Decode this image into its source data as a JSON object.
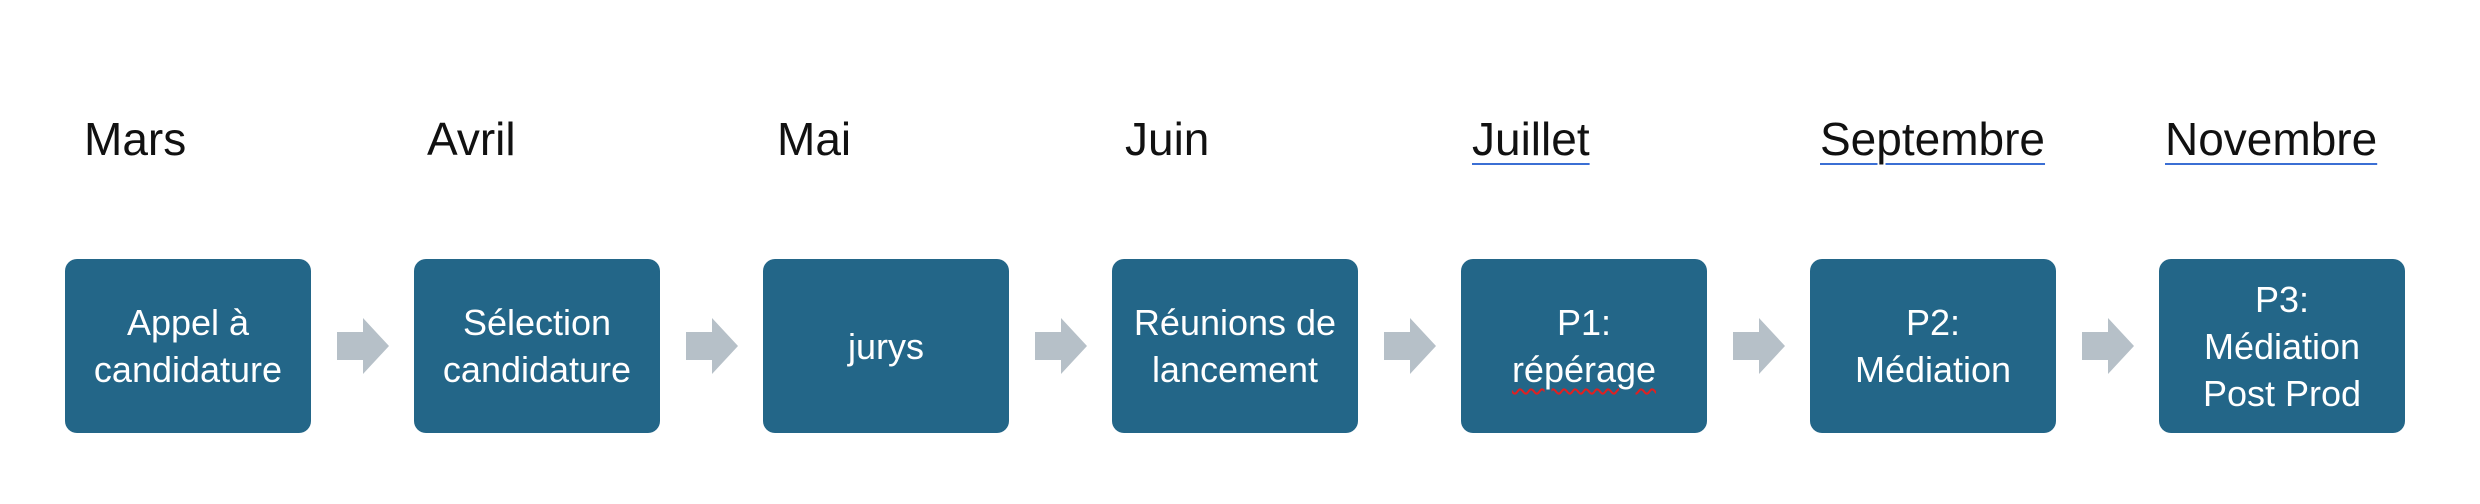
{
  "diagram": {
    "months": [
      {
        "label": "Mars"
      },
      {
        "label": "Avril"
      },
      {
        "label": "Mai"
      },
      {
        "label": "Juin"
      },
      {
        "label": "Juillet"
      },
      {
        "label": "Septembre"
      },
      {
        "label": "Novembre"
      }
    ],
    "steps": [
      {
        "label": "Appel à\ncandidature"
      },
      {
        "label": "Sélection\ncandidature"
      },
      {
        "label": "jurys"
      },
      {
        "label": "Réunions de\nlancement"
      },
      {
        "line1": "P1:",
        "line2": "répérage"
      },
      {
        "label": "P2:\nMédiation"
      },
      {
        "label": "P3:\nMédiation\nPost Prod"
      }
    ],
    "colors": {
      "box_fill": "#236688",
      "box_text": "#ffffff",
      "arrow": "#b6c0c8",
      "month_text": "#111111",
      "spellcheck_underline": "#3b6fd4",
      "squiggle": "#e02020"
    },
    "icons": {
      "connector": "arrow-right-icon"
    }
  }
}
